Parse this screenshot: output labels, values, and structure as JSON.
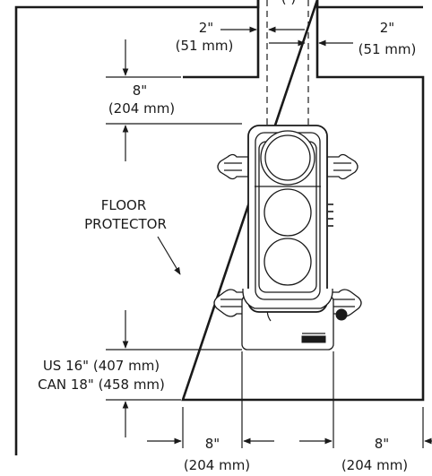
{
  "labels": {
    "flue_left_gap": {
      "inches": "2\"",
      "mm": "(51 mm)"
    },
    "flue_right_gap": {
      "inches": "2\"",
      "mm": "(51 mm)"
    },
    "rear_clearance": {
      "inches": "8\"",
      "mm": "(204 mm)"
    },
    "floor_protector": {
      "line1": "FLOOR",
      "line2": "PROTECTOR"
    },
    "front_clearance": {
      "line1": "US 16\" (407 mm)",
      "line2": "CAN 18\" (458 mm)"
    },
    "left_side": {
      "inches": "8\"",
      "mm": "(204 mm)"
    },
    "right_side": {
      "inches": "8\"",
      "mm": "(204 mm)"
    }
  }
}
